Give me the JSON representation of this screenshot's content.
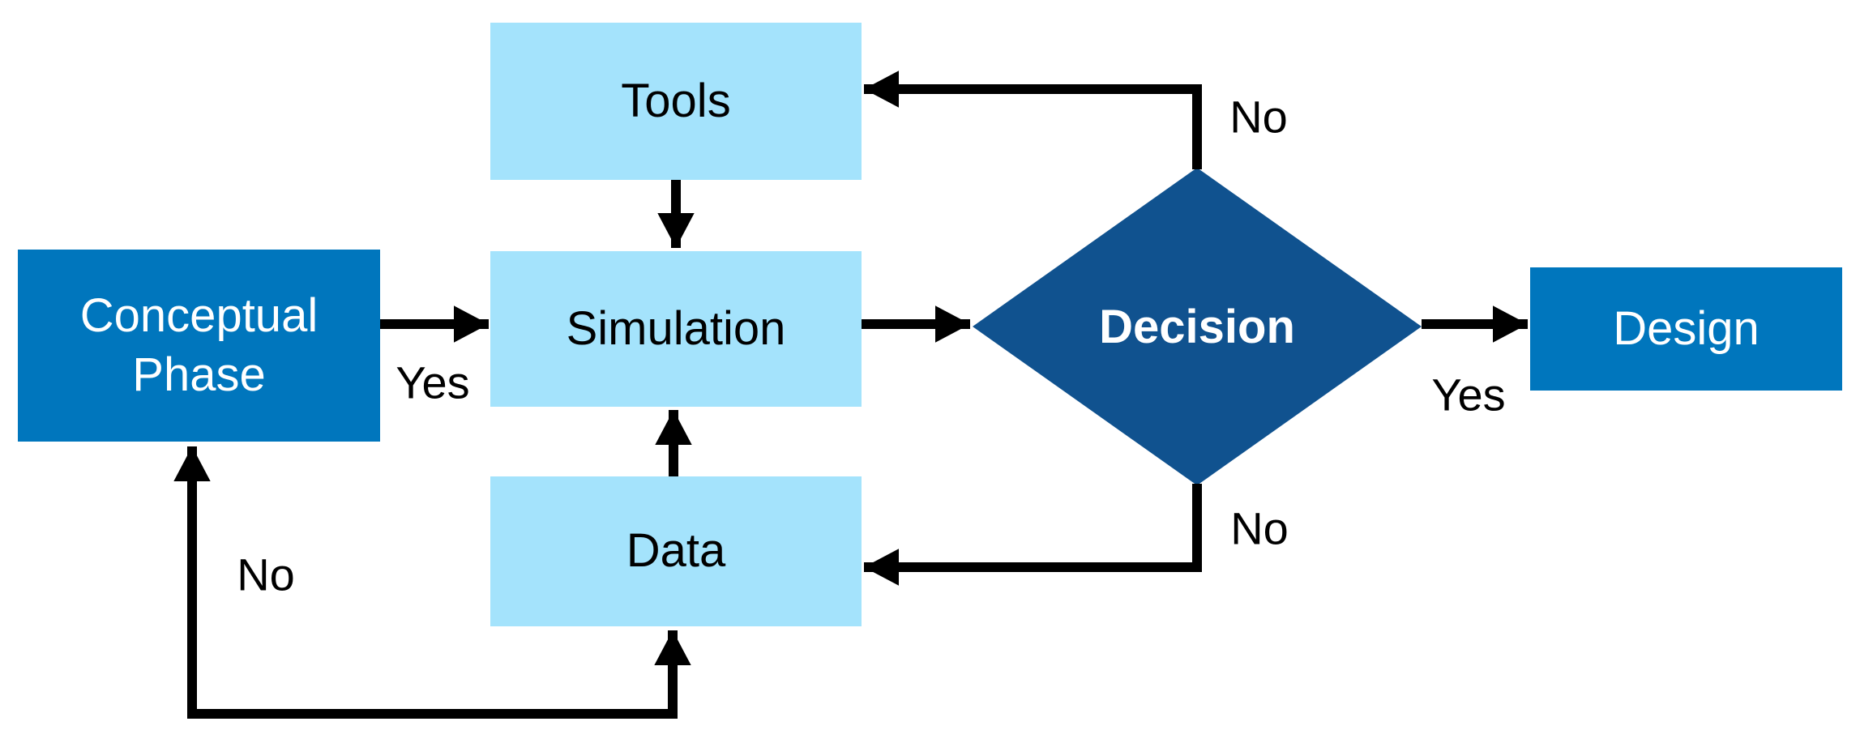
{
  "diagram": {
    "type": "flowchart",
    "background": "#ffffff",
    "colors": {
      "primary_blue": "#0076bd",
      "dark_blue": "#10528f",
      "light_blue": "#a4e3fc",
      "arrow_black": "#000000",
      "text_on_dark": "#ffffff",
      "text_on_light": "#000000"
    },
    "nodes": [
      {
        "id": "conceptual-phase",
        "label": "Conceptual Phase",
        "shape": "rectangle",
        "fill": "primary_blue",
        "text_color": "white"
      },
      {
        "id": "tools",
        "label": "Tools",
        "shape": "rectangle",
        "fill": "light_blue",
        "text_color": "black"
      },
      {
        "id": "simulation",
        "label": "Simulation",
        "shape": "rectangle",
        "fill": "light_blue",
        "text_color": "black"
      },
      {
        "id": "data",
        "label": "Data",
        "shape": "rectangle",
        "fill": "light_blue",
        "text_color": "black"
      },
      {
        "id": "decision",
        "label": "Decision",
        "shape": "diamond",
        "fill": "dark_blue",
        "text_color": "white",
        "bold": true
      },
      {
        "id": "design",
        "label": "Design",
        "shape": "rectangle",
        "fill": "primary_blue",
        "text_color": "white"
      }
    ],
    "edges": [
      {
        "from": "Conceptual Phase",
        "to": "Simulation",
        "label": "Yes"
      },
      {
        "from": "Tools",
        "to": "Simulation",
        "label": ""
      },
      {
        "from": "Data",
        "to": "Simulation",
        "label": ""
      },
      {
        "from": "Simulation",
        "to": "Decision",
        "label": ""
      },
      {
        "from": "Decision",
        "to": "Design",
        "label": "Yes"
      },
      {
        "from": "Decision",
        "to": "Tools",
        "label": "No"
      },
      {
        "from": "Decision",
        "to": "Data",
        "label": "No"
      },
      {
        "from": "bottom feedback line",
        "to": "Conceptual Phase and Data",
        "label": "No",
        "style": "double-arrowhead"
      }
    ]
  }
}
